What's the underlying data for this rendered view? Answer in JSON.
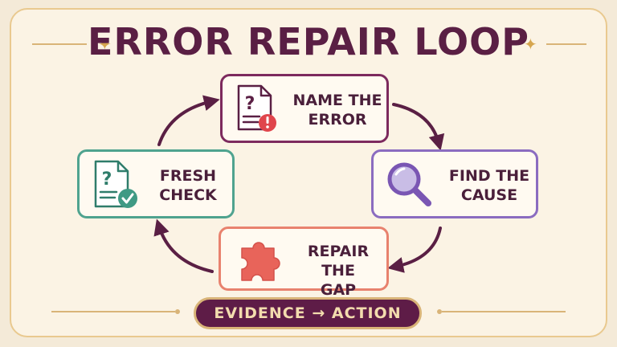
{
  "title": "ERROR REPAIR LOOP",
  "steps": [
    {
      "label": "NAME THE\nERROR",
      "icon": "document-question-alert-icon",
      "color": "#7d2a5e"
    },
    {
      "label": "FIND THE\nCAUSE",
      "icon": "magnifying-glass-icon",
      "color": "#8b6cc0"
    },
    {
      "label": "REPAIR THE\nGAP",
      "icon": "puzzle-piece-icon",
      "color": "#e8826e"
    },
    {
      "label": "FRESH\nCHECK",
      "icon": "document-question-check-icon",
      "color": "#4fa38f"
    }
  ],
  "footer": {
    "label": "EVIDENCE → ACTION"
  },
  "colors": {
    "title": "#5a1f44",
    "arrow": "#5a1f44",
    "accent_gold": "#d9b478",
    "pill_bg": "#5e1c47"
  }
}
